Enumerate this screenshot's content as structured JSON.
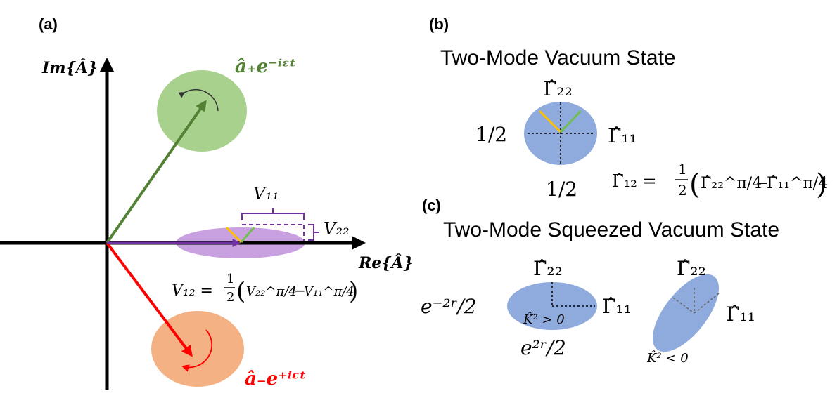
{
  "panels": {
    "a": "(a)",
    "b": "(b)",
    "c": "(c)"
  },
  "panel_a": {
    "im_axis": "Im{Â}",
    "re_axis": "Re{Â}",
    "mode_plus": "â₊e⁻ⁱᵋᵗ",
    "mode_minus": "â₋e⁺ⁱᵋᵗ",
    "v11": "V₁₁",
    "v22": "V₂₂",
    "v12_lhs": "V₁₂ =",
    "half_num": "1",
    "half_den": "2",
    "v12_term1": "V₂₂^π/4",
    "v12_minus": "−",
    "v12_term2": "V₁₁^π/4"
  },
  "panel_b": {
    "title": "Two-Mode Vacuum State",
    "gamma22": "Γ̂₂₂",
    "gamma11": "Γ̂₁₁",
    "label_left": "1/2",
    "label_bottom": "1/2",
    "g12_lhs": "Γ̂₁₂ =",
    "half_num": "1",
    "half_den": "2",
    "g12_term1": "Γ̂₂₂^π/4",
    "g12_minus": "−",
    "g12_term2": "Γ̂₁₁^π/4"
  },
  "panel_c": {
    "title": "Two-Mode Squeezed Vacuum State",
    "left_gamma22": "Γ̂₂₂",
    "left_gamma11": "Γ̂₁₁",
    "left_label": "e⁻²ʳ/2",
    "bottom_label": "e²ʳ/2",
    "k_pos": "K̂² > 0",
    "right_gamma22": "Γ̂₂₂",
    "right_gamma11": "Γ̂₁₁",
    "k_neg": "K̂² < 0"
  },
  "colors": {
    "green_ellipse": "#a9d18e",
    "green_arrow": "#548235",
    "orange_ellipse": "#f4b183",
    "red_arrow": "#ff0000",
    "purple": "#7030a0",
    "purple_ellipse": "#c9a0e0",
    "blue_ellipse": "#8faadc",
    "yellow": "#ffc000",
    "green_line": "#70c050",
    "axis": "#000000"
  }
}
